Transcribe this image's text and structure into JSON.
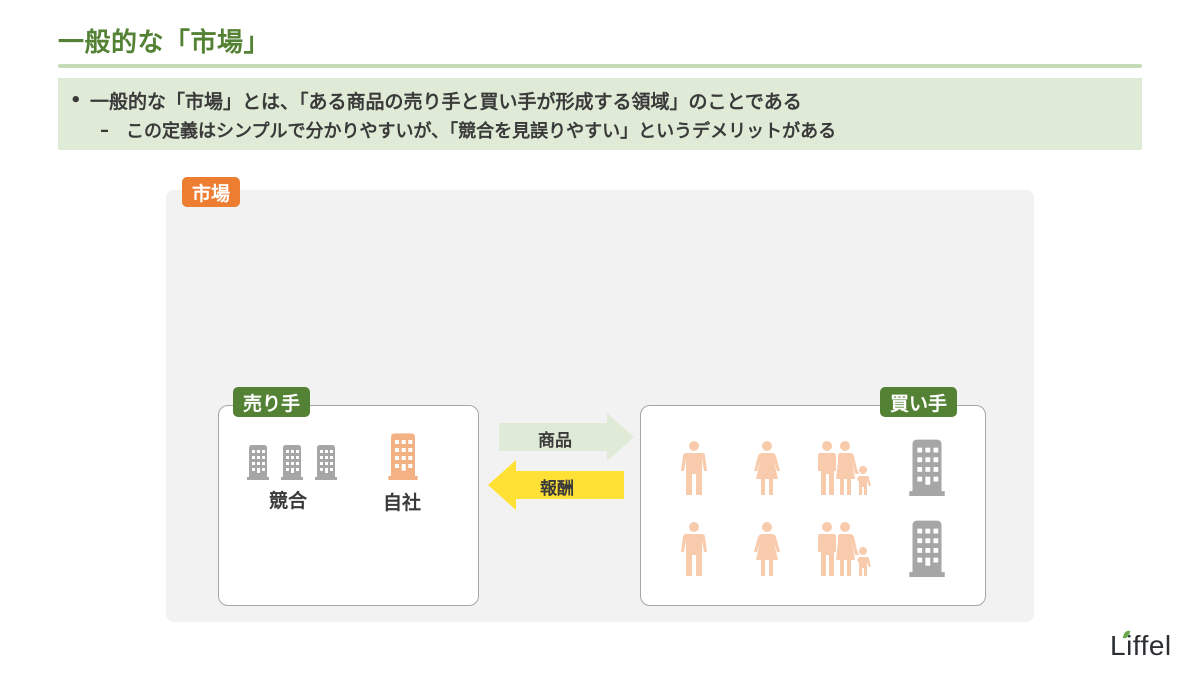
{
  "slide": {
    "title": "一般的な「市場」",
    "bullets": [
      {
        "marker": "•",
        "text": "一般的な「市場」とは、「ある商品の売り手と買い手が形成する領域」のことである"
      },
      {
        "marker": "–",
        "text": "この定義はシンプルで分かりやすいが、「競合を見誤りやすい」というデメリットがある"
      }
    ]
  },
  "diagram": {
    "market_label": "市場",
    "seller": {
      "label": "売り手",
      "competitors_label": "競合",
      "self_label": "自社",
      "competitor_icon": "building-icon",
      "self_icon": "building-icon"
    },
    "flows": [
      {
        "label": "商品",
        "direction": "right",
        "color": "#dfebd6"
      },
      {
        "label": "報酬",
        "direction": "left",
        "color": "#ffe135"
      }
    ],
    "buyer": {
      "label": "買い手",
      "rows": [
        [
          "man-icon",
          "woman-icon",
          "family-icon",
          "building-icon"
        ],
        [
          "man-icon",
          "woman-icon",
          "family-icon",
          "building-icon"
        ]
      ]
    }
  },
  "colors": {
    "title_green": "#548235",
    "banner_bg": "#dfebd6",
    "market_orange": "#ed7d31",
    "person_peach": "#f8cbad",
    "building_gray": "#a6a6a6",
    "self_building": "#f4b183",
    "flow_yellow": "#ffe135"
  },
  "branding": {
    "logo_text": "Liffel"
  }
}
